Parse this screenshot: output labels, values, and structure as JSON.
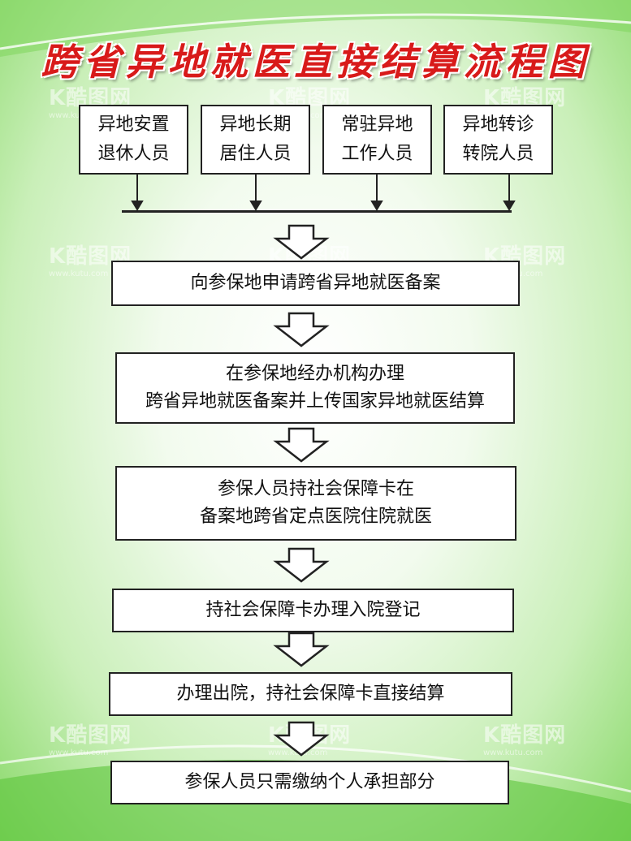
{
  "title": "跨省异地就医直接结算流程图",
  "categories": [
    {
      "line1": "异地安置",
      "line2": "退休人员"
    },
    {
      "line1": "异地长期",
      "line2": "居住人员"
    },
    {
      "line1": "常驻异地",
      "line2": "工作人员"
    },
    {
      "line1": "异地转诊",
      "line2": "转院人员"
    }
  ],
  "steps": [
    {
      "line1": "向参保地申请跨省异地就医备案"
    },
    {
      "line1": "在参保地经办机构办理",
      "line2": "跨省异地就医备案并上传国家异地就医结算"
    },
    {
      "line1": "参保人员持社会保障卡在",
      "line2": "备案地跨省定点医院住院就医"
    },
    {
      "line1": "持社会保障卡办理入院登记"
    },
    {
      "line1": "办理出院，持社会保障卡直接结算"
    },
    {
      "line1": "参保人员只需缴纳个人承担部分"
    }
  ],
  "watermark": {
    "brand": "K酷图网",
    "url": "www.kutu.com"
  },
  "colors": {
    "title": "#d81a1a",
    "background": "#8ad96a"
  }
}
